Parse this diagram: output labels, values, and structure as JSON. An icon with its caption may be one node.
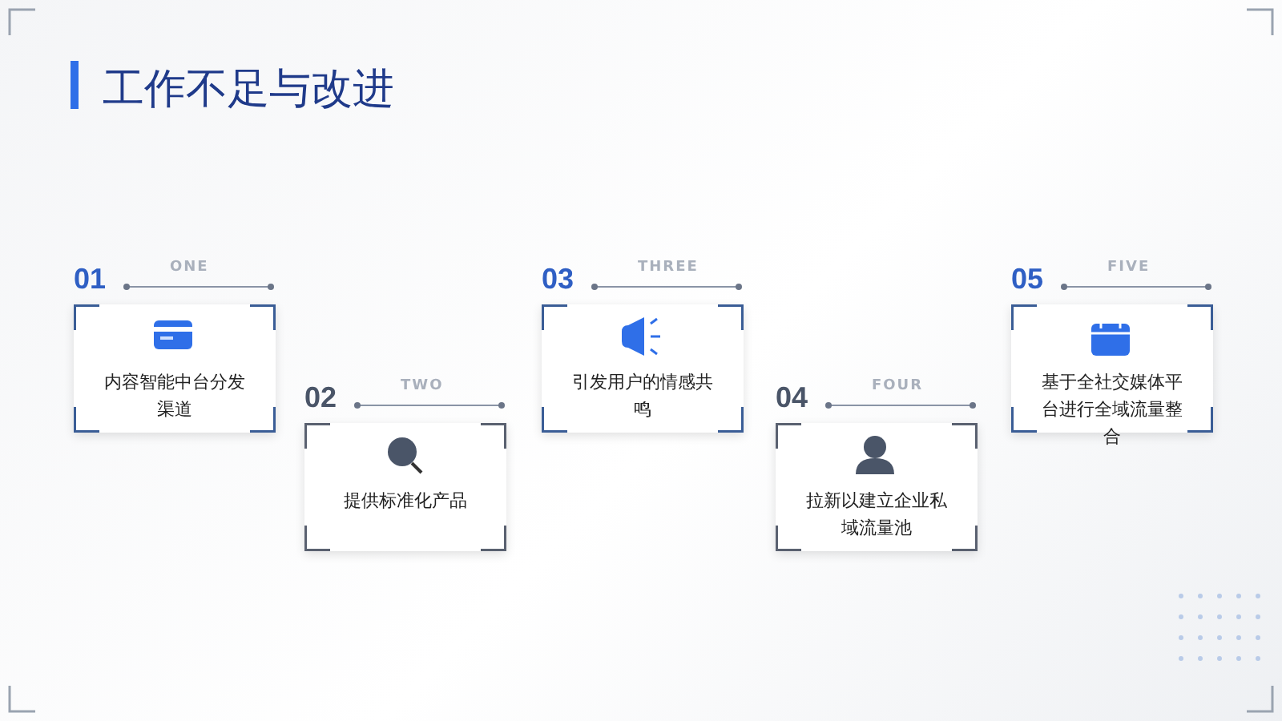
{
  "diagram": {
    "title": "工作不足与改进",
    "nodes": [
      {
        "text": [
          "内容智能中台分发渠道"
        ],
        "beside": [
          "01",
          "ONE"
        ]
      },
      {
        "text": [
          "提供标准化产品"
        ],
        "beside": [
          "02",
          "TWO"
        ]
      },
      {
        "text": [
          "引发用户的情感共鸣"
        ],
        "beside": [
          "03",
          "THREE"
        ]
      },
      {
        "text": [
          "拉新以建立企业私域流量池"
        ],
        "beside": [
          "04",
          "FOUR"
        ]
      },
      {
        "text": [
          "基于全社交媒体平台进行全域流量整合"
        ],
        "beside": [
          "05",
          "FIVE"
        ]
      }
    ],
    "edges": []
  }
}
